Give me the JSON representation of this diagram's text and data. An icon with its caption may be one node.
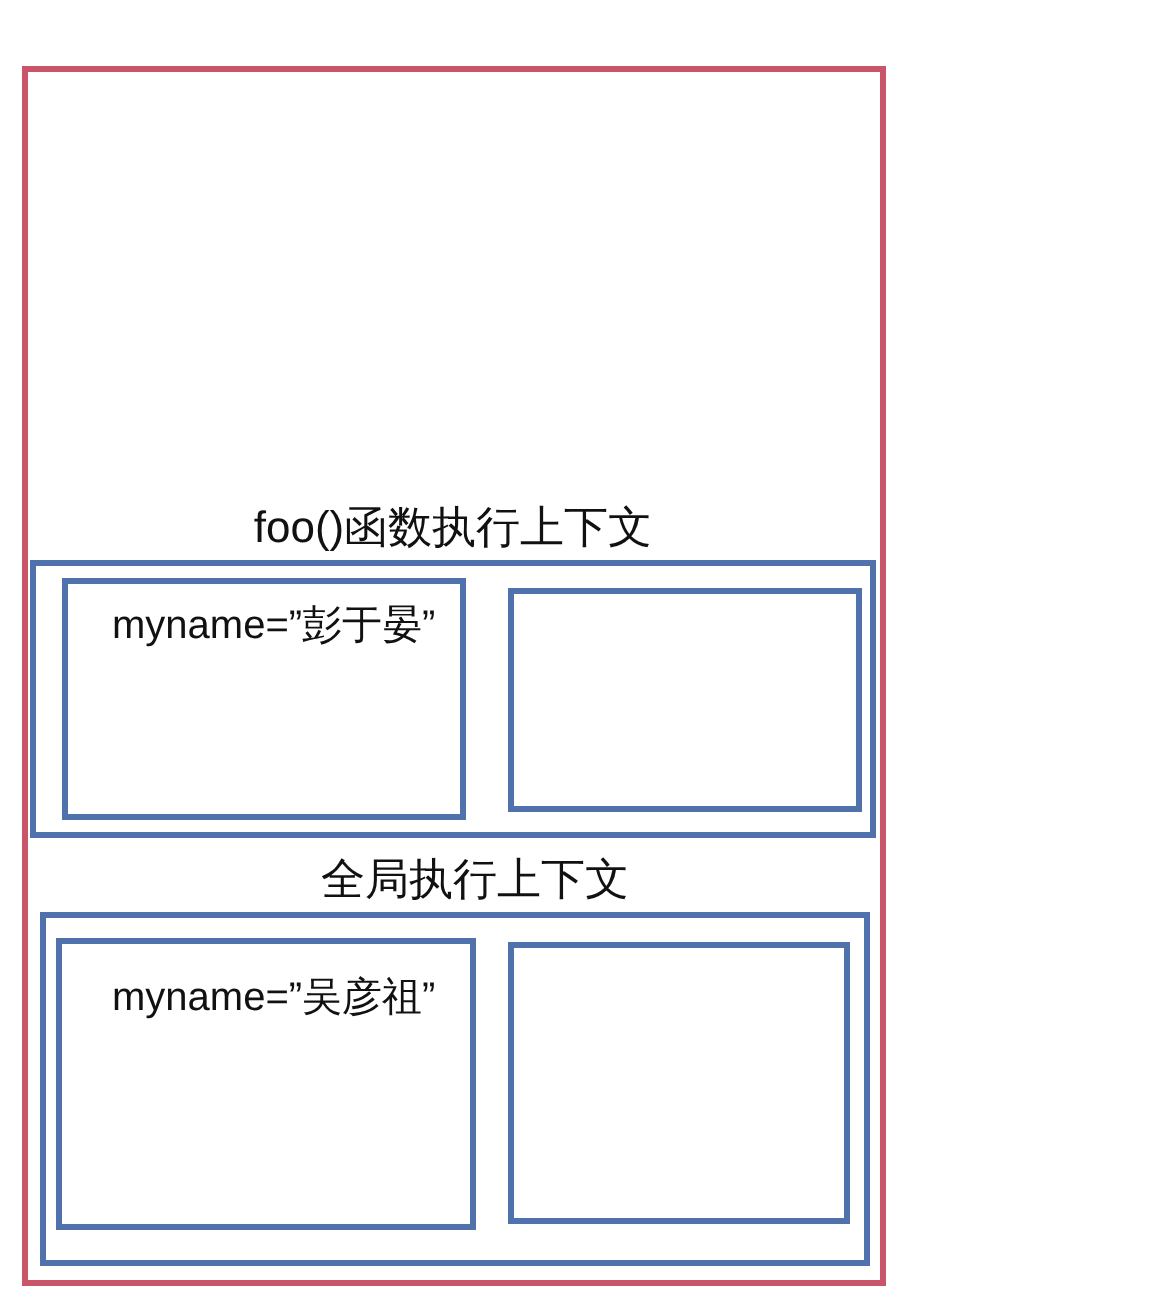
{
  "diagram": {
    "nodes": [
      {
        "text": [],
        "shape": "box"
      },
      {
        "text": [
          "foo()函数执行上下文"
        ],
        "in": 0
      },
      {
        "text": [
          "myname=”彭于晏”"
        ],
        "in": 1
      },
      {
        "text": [],
        "shape": "box",
        "in": 1
      },
      {
        "text": [
          "全局执行上下文"
        ],
        "in": 0
      },
      {
        "text": [
          "myname=”吴彦祖”"
        ],
        "in": 4
      },
      {
        "text": [],
        "shape": "box",
        "in": 4
      }
    ]
  }
}
